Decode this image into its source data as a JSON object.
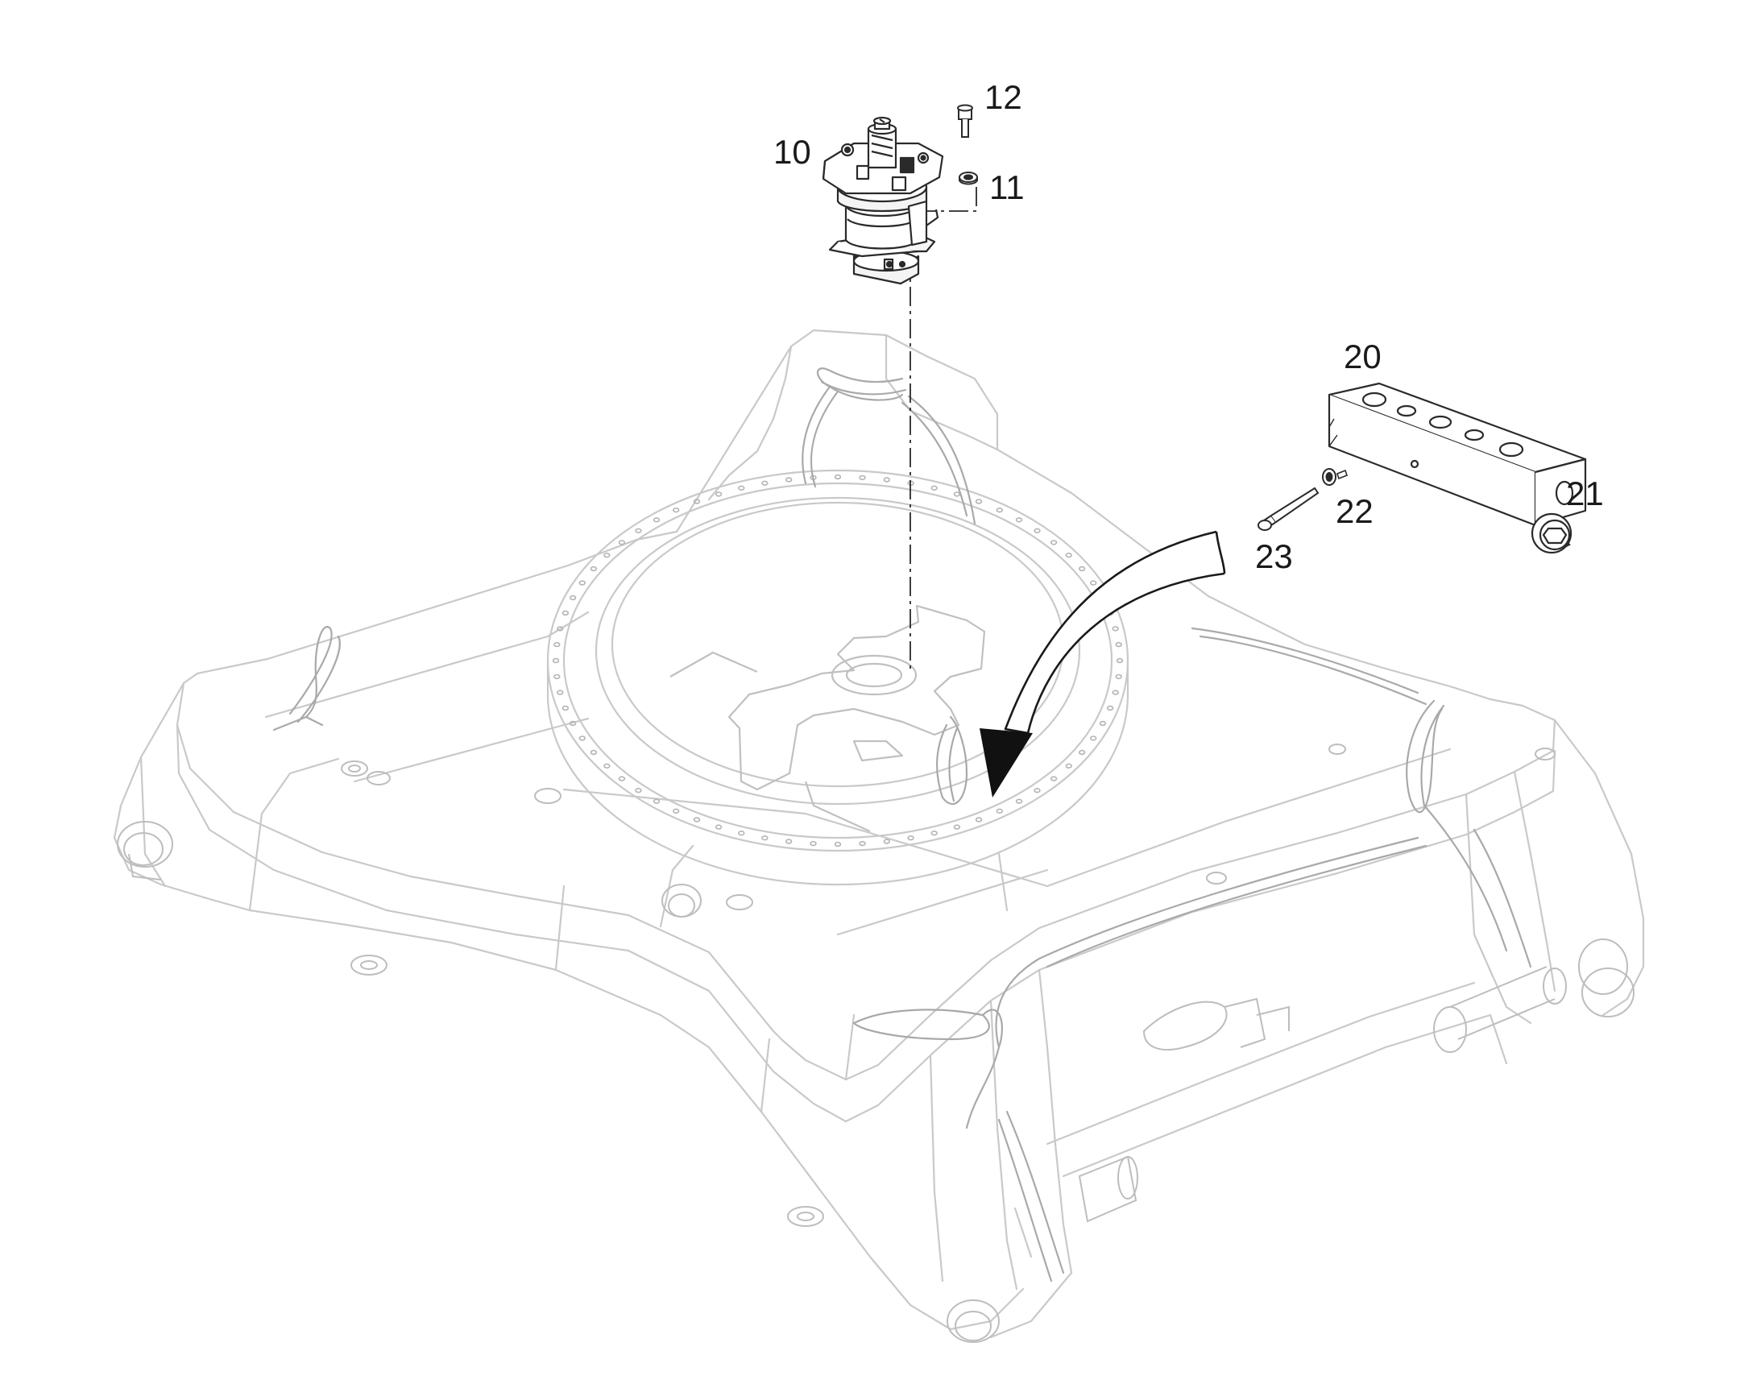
{
  "colors": {
    "line_light": "#c9c9c9",
    "line_mid": "#a9a9a9",
    "line_dark": "#2a2a2a",
    "fill_part": "#f4f4f4",
    "label": "#1a1a1a"
  },
  "callouts": {
    "c10": "10",
    "c11": "11",
    "c12": "12",
    "c20": "20",
    "c21": "21",
    "c22": "22",
    "c23": "23"
  }
}
